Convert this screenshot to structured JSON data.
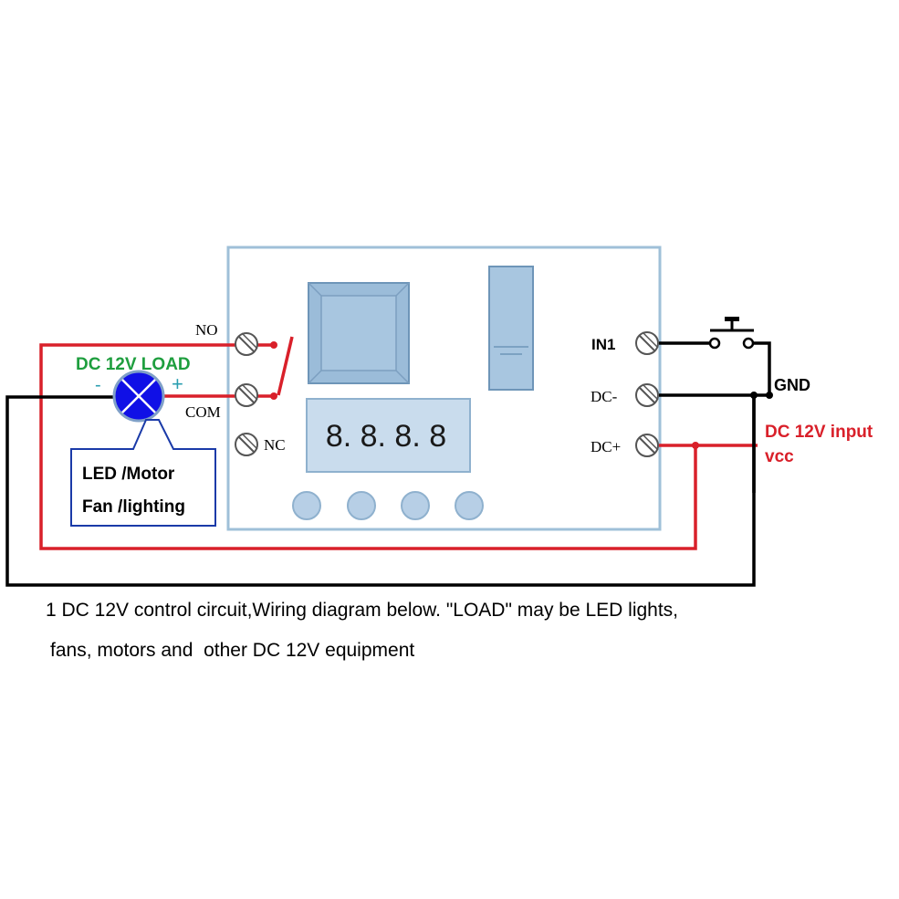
{
  "colors": {
    "board_fill": "#ffffff",
    "board_stroke": "#9fc0d8",
    "component_fill": "#9bbcd9",
    "component_stroke": "#6e95b8",
    "red_wire": "#d9202a",
    "black_wire": "#000000",
    "load_green": "#1e9e3e",
    "lamp_blue": "#1010e6",
    "label_red": "#d9202a",
    "label_box_stroke": "#1a3aa8"
  },
  "terminals_left": {
    "no": "NO",
    "com": "COM",
    "nc": "NC"
  },
  "terminals_right": {
    "in1": "IN1",
    "dc_minus": "DC-",
    "dc_plus": "DC+"
  },
  "display": {
    "digits": "8. 8. 8. 8"
  },
  "load": {
    "title": "DC 12V LOAD",
    "minus": "-",
    "plus": "+",
    "label_line1": "LED /Motor",
    "label_line2": "Fan /lighting"
  },
  "power": {
    "gnd": "GND",
    "dc_input": "DC 12V input",
    "vcc": "vcc"
  },
  "caption": {
    "line1": "1 DC 12V control circuit,Wiring diagram below. \"LOAD\" may be LED lights,",
    "line2": "fans, motors and  other DC 12V equipment"
  }
}
